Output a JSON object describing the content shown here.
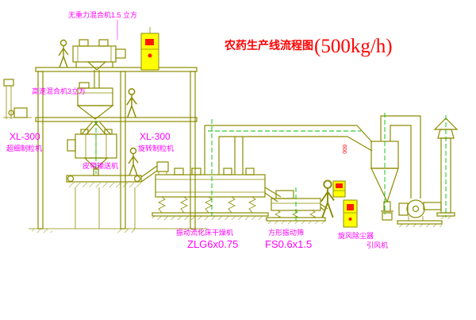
{
  "title": {
    "name_cn": "农药生产线流程图",
    "capacity": "(500kg/h)"
  },
  "labels": {
    "gravity_mixer": "无重力混合机1.5 立方",
    "high_speed_mixer": "高速混合机3立方",
    "granulator_left_model": "XL-300",
    "granulator_left_name": "超细制粒机",
    "granulator_right_model": "XL-300",
    "granulator_right_name": "旋转制粒机",
    "belt_conveyor": "皮带输送机",
    "fluid_bed_dryer": "振动流化床干燥机",
    "fluid_bed_dryer_model": "ZLG6x0.75",
    "vibrating_screen": "方形振动筛",
    "vibrating_screen_model": "FS0.6x1.5",
    "cyclone": "旋风除尘器",
    "draft_fan": "引风机",
    "duct_diameter": "600"
  },
  "colors": {
    "line": "#8c8c00",
    "cabinet": "#ffff00",
    "label": "#ff00ff",
    "title": "#ff0000",
    "centerline": "#00c000"
  }
}
